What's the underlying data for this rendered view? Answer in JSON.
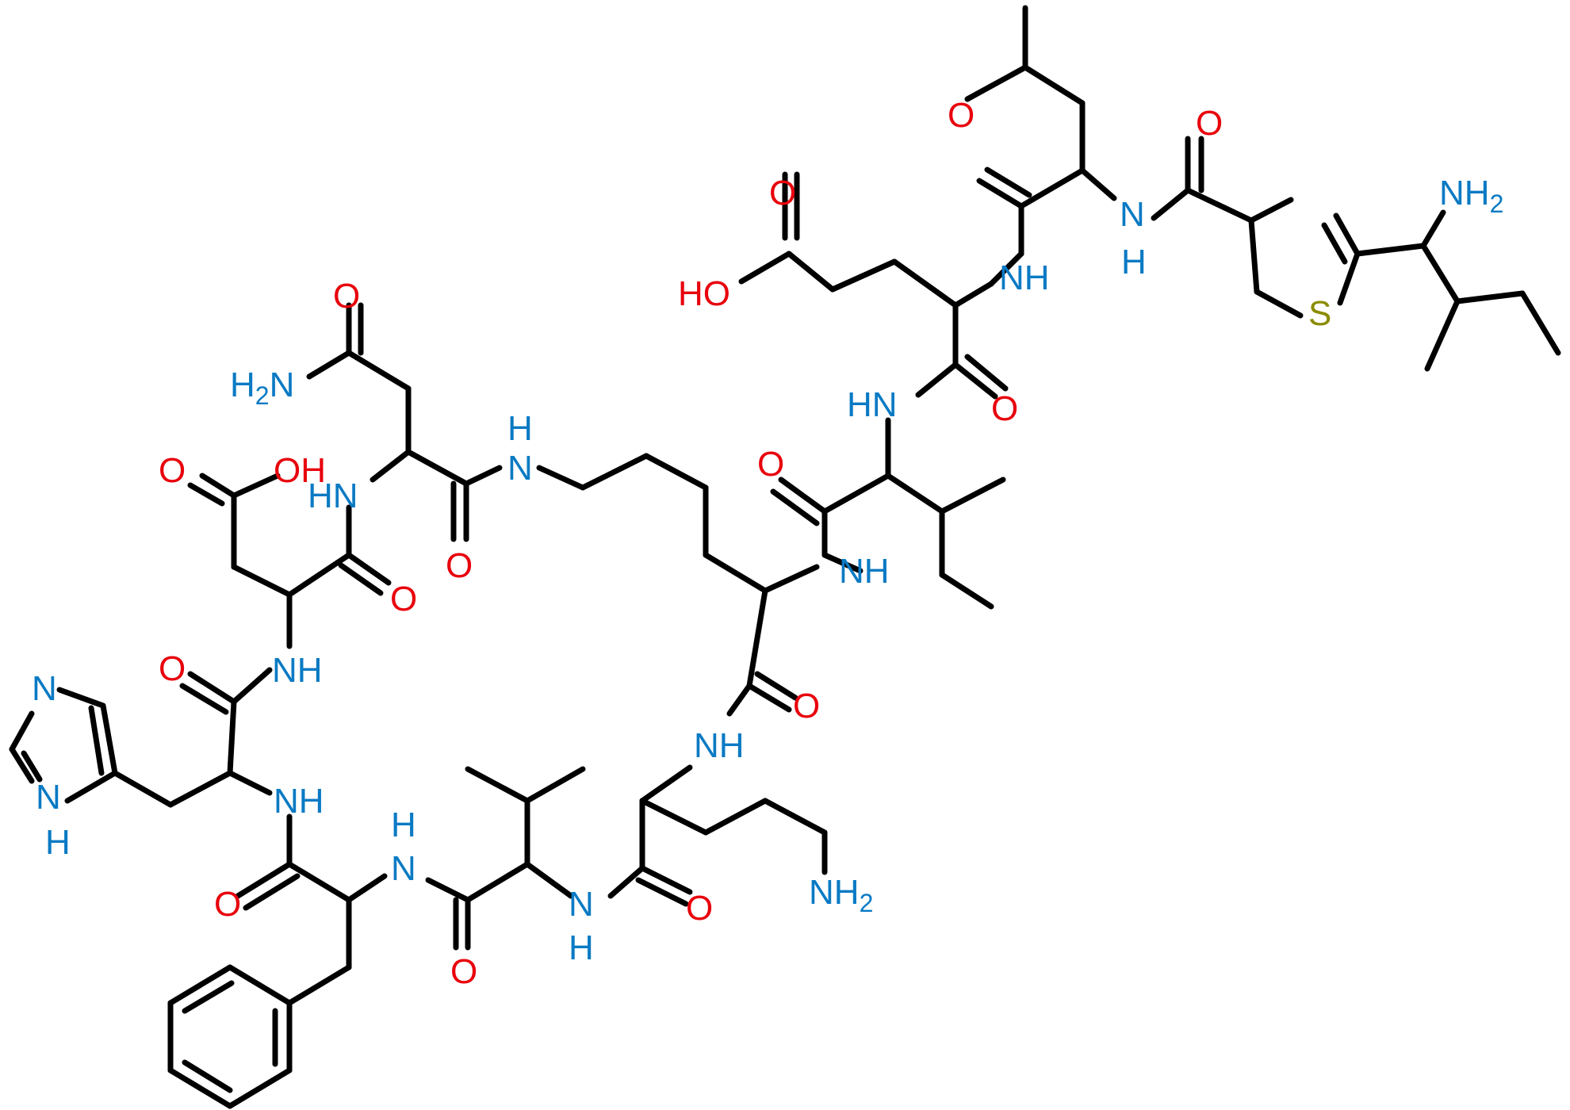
{
  "colors": {
    "bond": "#000000",
    "O": "#e8000b",
    "N": "#0a7ac4",
    "S": "#8b8b00"
  },
  "atoms": {
    "a1": {
      "text": "O"
    },
    "a2": {
      "text": "NH",
      "sub": "2"
    },
    "a3": {
      "text": "O"
    },
    "a4": {
      "text": "N"
    },
    "a5": {
      "text": "H"
    },
    "a6": {
      "text": "O"
    },
    "a7": {
      "text": "HO"
    },
    "a8": {
      "text": "NH"
    },
    "a9": {
      "text": "S"
    },
    "a10": {
      "text": "O"
    },
    "a11": {
      "text": "HN"
    },
    "a12": {
      "text": "O"
    },
    "a13": {
      "text": "O"
    },
    "a14": {
      "text": "H",
      "sub": "2",
      "tail": "N"
    },
    "a15": {
      "text": "H"
    },
    "a16": {
      "text": "N"
    },
    "a17": {
      "text": "O"
    },
    "a18": {
      "text": "OH"
    },
    "a19": {
      "text": "HN"
    },
    "a20": {
      "text": "O"
    },
    "a21": {
      "text": "NH"
    },
    "a22": {
      "text": "O"
    },
    "a23": {
      "text": "O"
    },
    "a24": {
      "text": "NH"
    },
    "a25": {
      "text": "N"
    },
    "a26": {
      "text": "O"
    },
    "a27": {
      "text": "NH"
    },
    "a28": {
      "text": "N"
    },
    "a29": {
      "text": "H"
    },
    "a30": {
      "text": "NH"
    },
    "a31": {
      "text": "H"
    },
    "a32": {
      "text": "N"
    },
    "a33": {
      "text": "O"
    },
    "a34": {
      "text": "N"
    },
    "a35": {
      "text": "H"
    },
    "a36": {
      "text": "O"
    },
    "a37": {
      "text": "O"
    },
    "a38": {
      "text": "NH",
      "sub": "2"
    }
  }
}
